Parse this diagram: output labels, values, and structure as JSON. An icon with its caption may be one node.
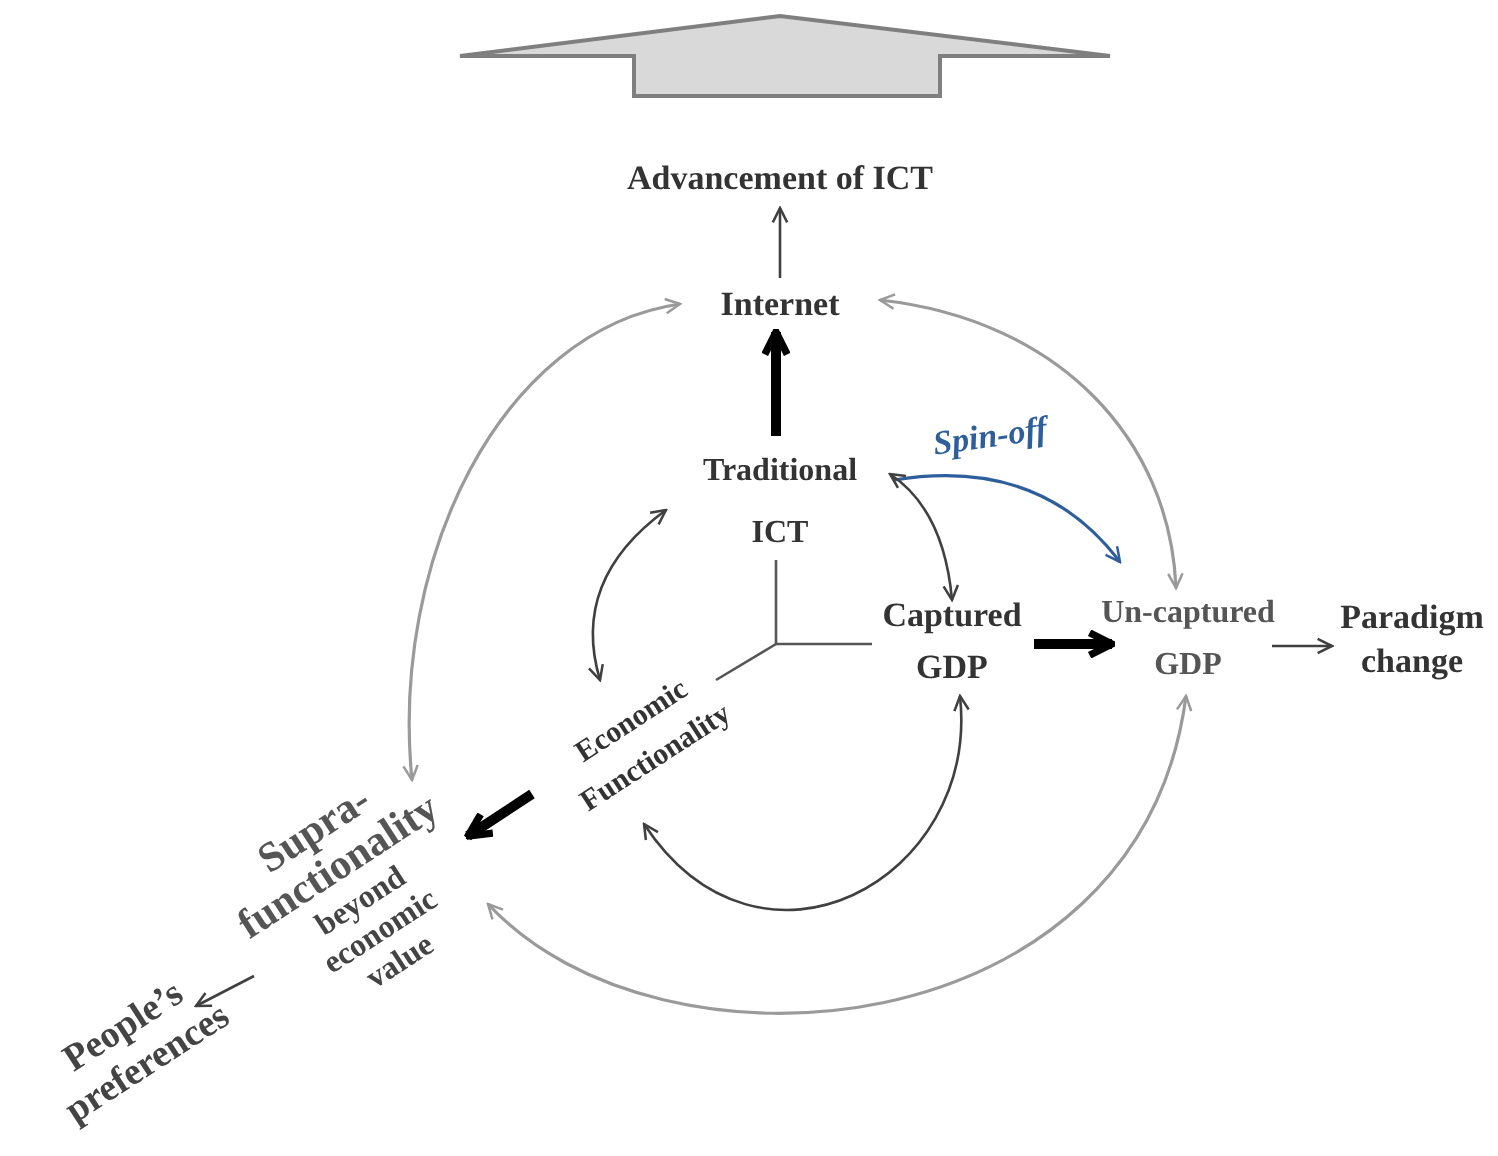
{
  "diagram": {
    "nodes": [
      {
        "text": [
          "Advancement of ICT"
        ]
      },
      {
        "text": [
          "Internet"
        ]
      },
      {
        "text": [
          "Traditional ICT"
        ]
      },
      {
        "text": [
          "Captured GDP"
        ]
      },
      {
        "text": [
          "Un-captured GDP"
        ]
      },
      {
        "text": [
          "Paradigm change"
        ]
      },
      {
        "text": [
          "Economic Functionality"
        ]
      },
      {
        "text": [
          "Supra- functionality",
          "beyond economic value"
        ]
      },
      {
        "text": [
          "People’s preferences"
        ]
      }
    ],
    "edges": [
      {
        "from": 1,
        "to": 0,
        "arrow": "to"
      },
      {
        "from": 2,
        "to": 1,
        "arrow": "to",
        "style": "thick"
      },
      {
        "from": 2,
        "to": 4,
        "arrow": "to",
        "label": "Spin-off",
        "color": "#2e5f9a"
      },
      {
        "from": 2,
        "to": 3,
        "arrow": "both"
      },
      {
        "from": 2,
        "to": 6,
        "arrow": "both"
      },
      {
        "from": 6,
        "to": 3,
        "arrow": "both"
      },
      {
        "from": 3,
        "to": 4,
        "arrow": "to",
        "style": "thick"
      },
      {
        "from": 4,
        "to": 5,
        "arrow": "to"
      },
      {
        "from": 6,
        "to": 7,
        "arrow": "to",
        "style": "thick"
      },
      {
        "from": 7,
        "to": 8,
        "arrow": "to"
      },
      {
        "from": 1,
        "to": 7,
        "arrow": "both",
        "color": "#9a9a9a"
      },
      {
        "from": 1,
        "to": 4,
        "arrow": "both",
        "color": "#9a9a9a"
      },
      {
        "from": 7,
        "to": 4,
        "arrow": "both",
        "color": "#9a9a9a"
      }
    ]
  }
}
